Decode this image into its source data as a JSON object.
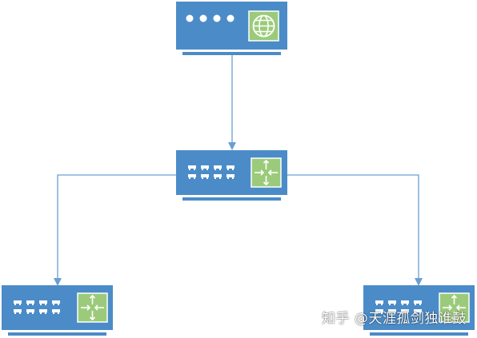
{
  "colors": {
    "device_body": "#4b8cc8",
    "device_shadow": "#3f78ad",
    "connector": "#6a9fd1",
    "accent_green": "#9bcb7a",
    "port": "#ffffff"
  },
  "nodes": [
    {
      "id": "router",
      "device": "router",
      "icon": "globe-icon"
    },
    {
      "id": "core-switch",
      "device": "layer3-switch",
      "icon": "four-arrows-icon"
    },
    {
      "id": "access-switch-left",
      "device": "layer3-switch",
      "icon": "four-arrows-icon"
    },
    {
      "id": "access-switch-right",
      "device": "layer3-switch",
      "icon": "four-arrows-icon"
    }
  ],
  "links": [
    {
      "from": "router",
      "to": "core-switch"
    },
    {
      "from": "core-switch",
      "to": "access-switch-left"
    },
    {
      "from": "core-switch",
      "to": "access-switch-right"
    }
  ],
  "watermark": "知乎 @天涯孤剑独谁鼓"
}
